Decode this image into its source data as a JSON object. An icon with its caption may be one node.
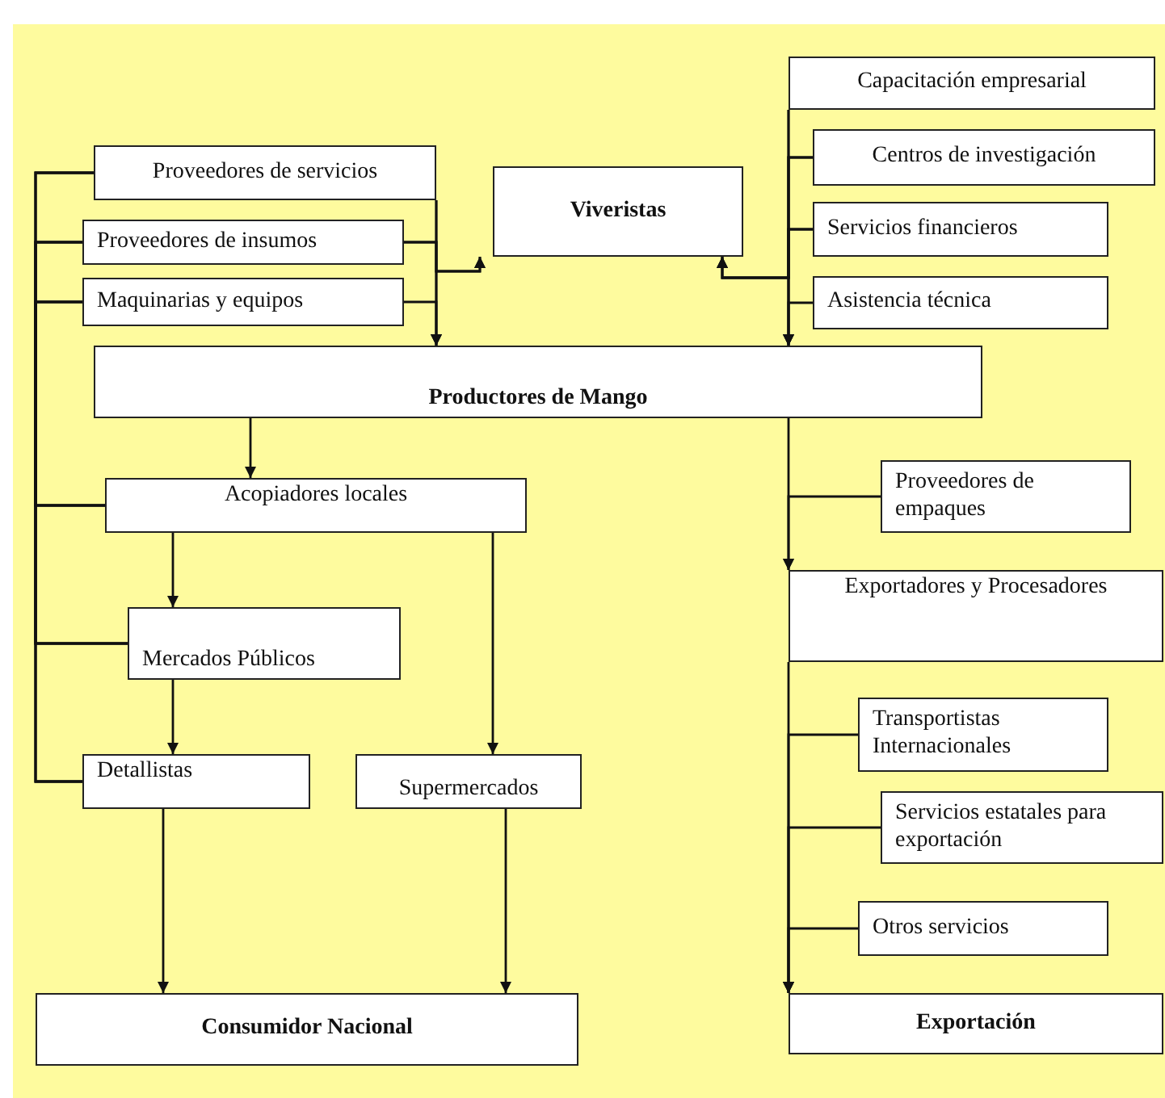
{
  "diagram": {
    "nodes": [
      {
        "text": [
          "Proveedores de servicios"
        ]
      },
      {
        "text": [
          "Proveedores de insumos"
        ]
      },
      {
        "text": [
          "Maquinarias y equipos"
        ]
      },
      {
        "text": [
          "Viveristas"
        ]
      },
      {
        "text": [
          "Capacitación empresarial"
        ]
      },
      {
        "text": [
          "Centros de investigación"
        ]
      },
      {
        "text": [
          "Servicios financieros"
        ]
      },
      {
        "text": [
          "Asistencia técnica"
        ]
      },
      {
        "text": [
          "Productores de Mango"
        ]
      },
      {
        "text": [
          "Acopiadores locales"
        ]
      },
      {
        "text": [
          "Mercados Públicos"
        ]
      },
      {
        "text": [
          "Detallistas"
        ]
      },
      {
        "text": [
          "Supermercados"
        ]
      },
      {
        "text": [
          "Consumidor Nacional"
        ]
      },
      {
        "text": [
          "Proveedores de empaques"
        ]
      },
      {
        "text": [
          "Exportadores y Procesadores"
        ]
      },
      {
        "text": [
          "Transportistas Internacionales"
        ]
      },
      {
        "text": [
          "Servicios estatales para exportación"
        ]
      },
      {
        "text": [
          "Otros servicios"
        ]
      },
      {
        "text": [
          "Exportación"
        ]
      }
    ],
    "edges": [
      {
        "from": 0,
        "to": 9,
        "arrow": "none"
      },
      {
        "from": 0,
        "to": 10,
        "arrow": "none"
      },
      {
        "from": 0,
        "to": 11,
        "arrow": "none"
      },
      {
        "from": 1,
        "to": 9,
        "arrow": "none"
      },
      {
        "from": 1,
        "to": 10,
        "arrow": "none"
      },
      {
        "from": 1,
        "to": 11,
        "arrow": "none"
      },
      {
        "from": 2,
        "to": 9,
        "arrow": "none"
      },
      {
        "from": 2,
        "to": 10,
        "arrow": "none"
      },
      {
        "from": 2,
        "to": 11,
        "arrow": "none"
      },
      {
        "from": 0,
        "to": 8,
        "arrow": "to"
      },
      {
        "from": 1,
        "to": 8,
        "arrow": "to"
      },
      {
        "from": 2,
        "to": 8,
        "arrow": "to"
      },
      {
        "from": 0,
        "to": 3,
        "arrow": "to"
      },
      {
        "from": 1,
        "to": 3,
        "arrow": "to"
      },
      {
        "from": 4,
        "to": 8,
        "arrow": "to"
      },
      {
        "from": 5,
        "to": 8,
        "arrow": "to"
      },
      {
        "from": 6,
        "to": 8,
        "arrow": "to"
      },
      {
        "from": 7,
        "to": 8,
        "arrow": "to"
      },
      {
        "from": 4,
        "to": 3,
        "arrow": "to"
      },
      {
        "from": 5,
        "to": 3,
        "arrow": "to"
      },
      {
        "from": 6,
        "to": 3,
        "arrow": "to"
      },
      {
        "from": 8,
        "to": 9,
        "arrow": "to"
      },
      {
        "from": 9,
        "to": 10,
        "arrow": "to"
      },
      {
        "from": 9,
        "to": 12,
        "arrow": "to"
      },
      {
        "from": 10,
        "to": 11,
        "arrow": "to"
      },
      {
        "from": 11,
        "to": 13,
        "arrow": "to"
      },
      {
        "from": 12,
        "to": 13,
        "arrow": "to"
      },
      {
        "from": 8,
        "to": 15,
        "arrow": "to"
      },
      {
        "from": 14,
        "to": 15,
        "arrow": "to"
      },
      {
        "from": 15,
        "to": 19,
        "arrow": "to"
      },
      {
        "from": 16,
        "to": 19,
        "arrow": "to"
      },
      {
        "from": 17,
        "to": 19,
        "arrow": "to"
      },
      {
        "from": 18,
        "to": 19,
        "arrow": "to"
      }
    ]
  }
}
